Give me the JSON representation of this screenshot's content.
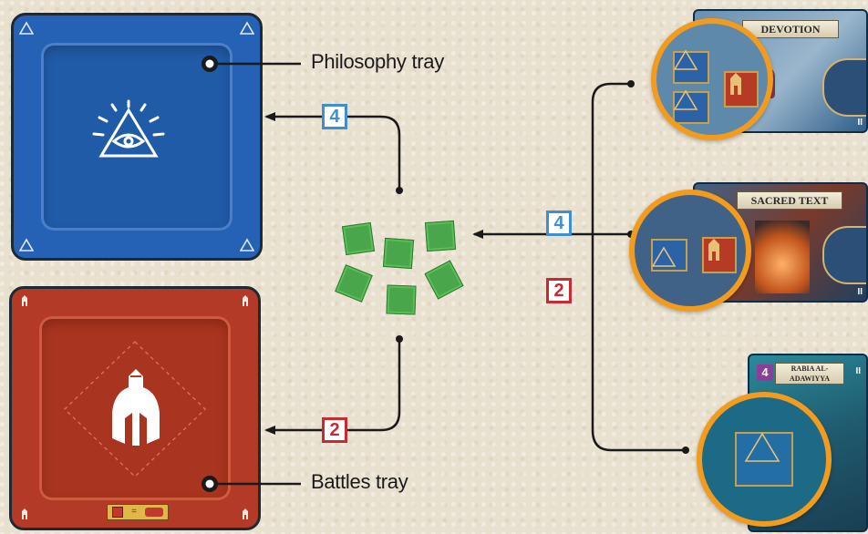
{
  "labels": {
    "philosophy_tray": "Philosophy tray",
    "battles_tray": "Battles tray"
  },
  "counts": {
    "blue_to_philosophy": "4",
    "red_to_battles": "2",
    "blue_from_cards": "4",
    "red_from_cards": "2"
  },
  "cards": {
    "devotion_title": "Devotion",
    "sacred_text_title": "Sacred Text",
    "rabia_title": "Rabia al-Adawiyya",
    "rabia_cost": "4",
    "roman_two": "II"
  },
  "colors": {
    "philosophy_blue": "#2561b4",
    "battles_red": "#b33a26",
    "cube_green": "#4aa64a",
    "highlight_orange": "#f39b1c",
    "count_blue": "#3f8fd0",
    "count_red": "#c82a31"
  },
  "icons": {
    "philosophy": "eye-in-triangle-icon",
    "battles": "spartan-helmet-icon"
  }
}
